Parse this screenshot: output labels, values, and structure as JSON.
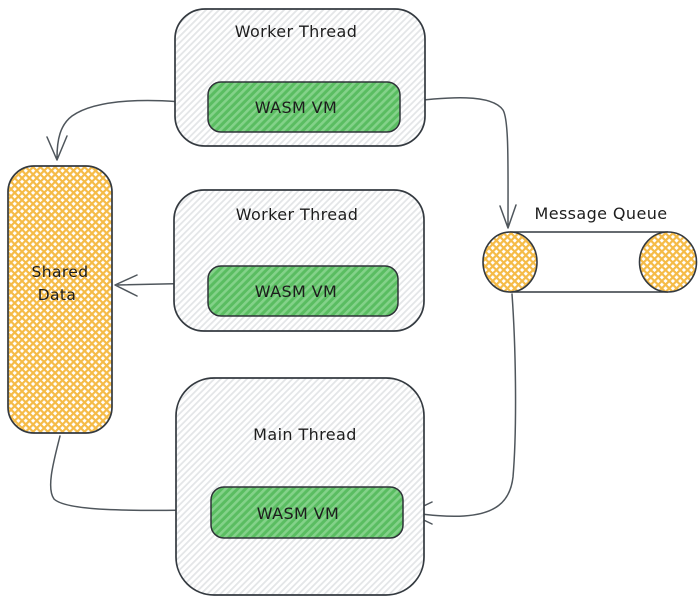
{
  "nodes": {
    "worker_thread_top": {
      "label": "Worker Thread",
      "vm_label": "WASM VM"
    },
    "worker_thread_middle": {
      "label": "Worker Thread",
      "vm_label": "WASM VM"
    },
    "main_thread": {
      "label": "Main Thread",
      "vm_label": "WASM VM"
    },
    "shared_data": {
      "lines": [
        "Shared",
        "Data"
      ]
    },
    "message_queue": {
      "label": "Message Queue"
    }
  },
  "edges": [
    {
      "from": "worker-thread-top-vm",
      "to": "shared-data"
    },
    {
      "from": "worker-thread-top-vm",
      "to": "message-queue"
    },
    {
      "from": "worker-thread-middle-vm",
      "to": "shared-data"
    },
    {
      "from": "shared-data",
      "to": "main-thread-vm"
    },
    {
      "from": "message-queue",
      "to": "main-thread-vm"
    }
  ],
  "colors": {
    "outline": "#343a40",
    "arrow": "#4f565c",
    "thread_hatch": "#e4e6e8",
    "vm_fill": "#5abd61",
    "vm_hatch": "#84d28a",
    "vm_outline": "#2e3338",
    "data_fill": "#f5bb47",
    "text": "#1d1d1d",
    "background": "#ffffff"
  }
}
